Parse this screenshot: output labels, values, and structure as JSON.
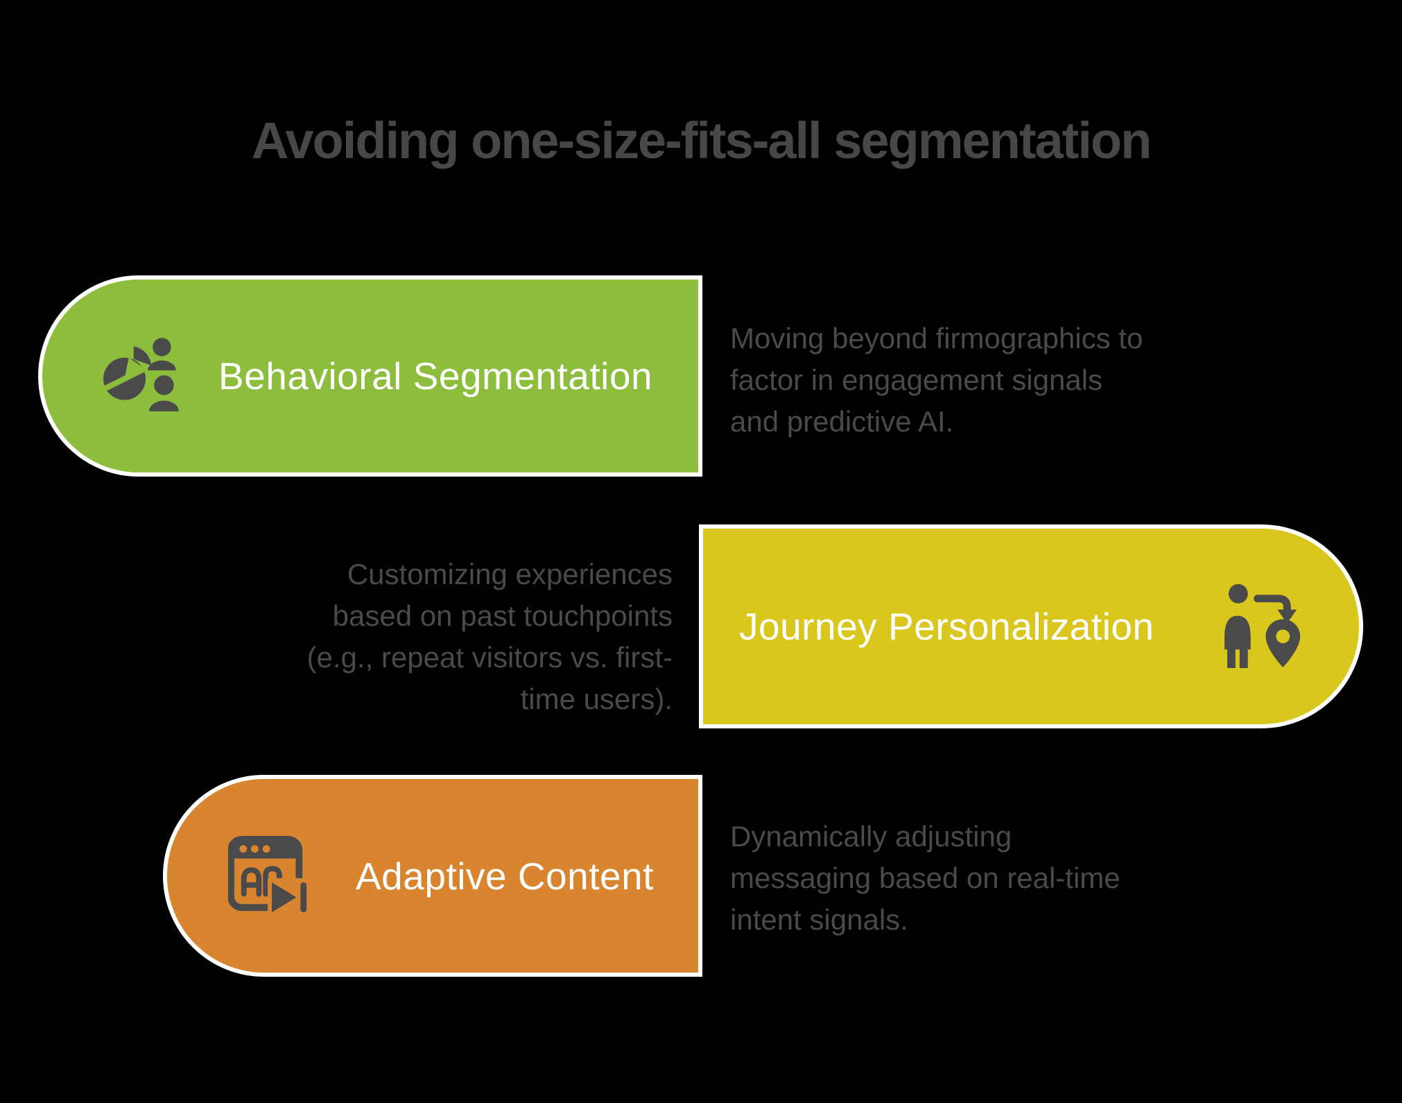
{
  "title": "Avoiding one-size-fits-all segmentation",
  "colors": {
    "background": "#000000",
    "title_text": "#474747",
    "body_text": "#4A4A4A",
    "icon": "#4A4A4A",
    "card_label": "#FFFFFF",
    "card_border": "#FFFFFF",
    "green": "#8CBD3C",
    "yellow": "#D9C71E",
    "orange": "#D98530"
  },
  "items": [
    {
      "label": "Behavioral Segmentation",
      "description": "Moving beyond firmographics to\nfactor in engagement signals\nand predictive AI.",
      "icon": "pie-chart-people-icon",
      "color": "#8CBD3C",
      "side": "left"
    },
    {
      "label": "Journey Personalization",
      "description": "Customizing experiences\nbased on past touchpoints\n(e.g., repeat visitors vs. first-\ntime users).",
      "icon": "person-route-pin-icon",
      "color": "#D9C71E",
      "side": "right"
    },
    {
      "label": "Adaptive Content",
      "description": "Dynamically adjusting\nmessaging based on real-time\nintent signals.",
      "icon": "browser-animation-icon",
      "color": "#D98530",
      "side": "left"
    }
  ]
}
